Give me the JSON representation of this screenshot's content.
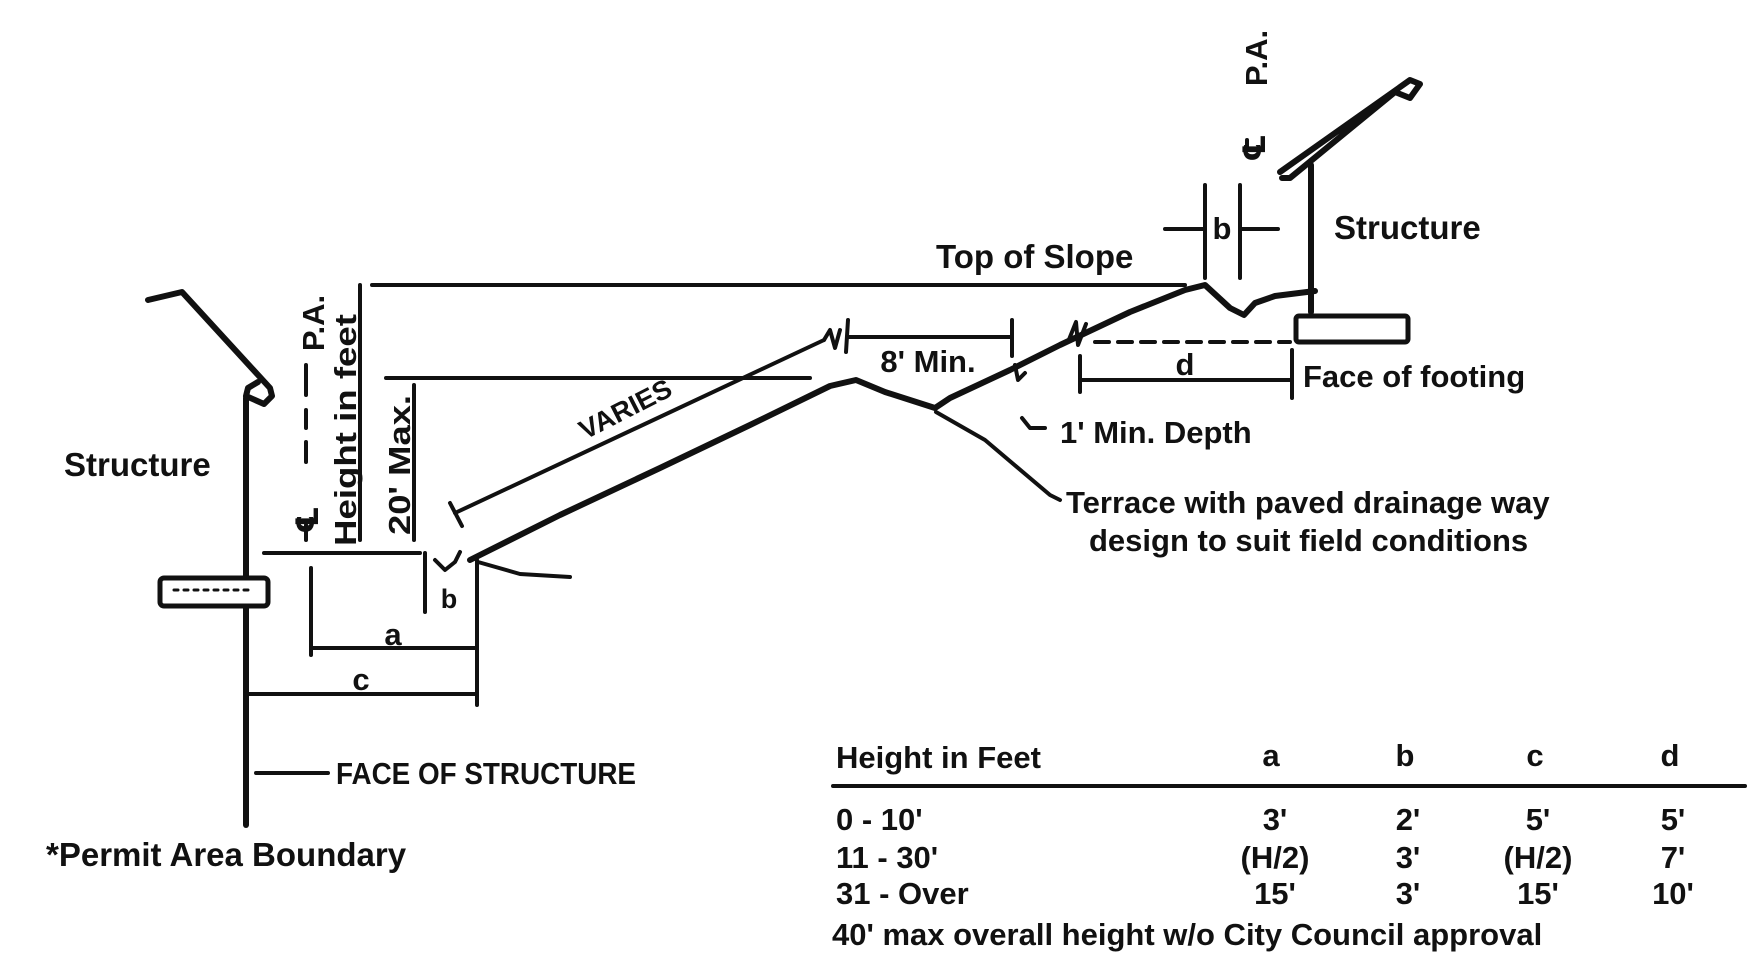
{
  "labels": {
    "structure_left": "Structure",
    "structure_right": "Structure",
    "top_of_slope": "Top of Slope",
    "eight_min": "8' Min.",
    "d_right": "d",
    "face_of_footing": "Face of footing",
    "one_min_depth": "1' Min. Depth",
    "terrace_line1": "Terrace with paved drainage way",
    "terrace_line2": "design to suit field conditions",
    "varies": "VARIES",
    "height_in_feet": "Height in feet",
    "twenty_max": "20' Max.",
    "pa_left": "P.A.",
    "pa_right": "P.A.",
    "centerline_left": "℄",
    "centerline_right": "℄",
    "b_right": "b",
    "b_left": "b",
    "a_left": "a",
    "c_left": "c",
    "face_of_structure": "FACE OF STRUCTURE",
    "permit_area": "*Permit Area Boundary"
  },
  "table": {
    "headers": [
      "Height in Feet",
      "a",
      "b",
      "c",
      "d"
    ],
    "rows": [
      [
        "0 - 10'",
        "3'",
        "2'",
        "5'",
        "5'"
      ],
      [
        "11 - 30'",
        "(H/2)",
        "3'",
        "(H/2)",
        "7'"
      ],
      [
        "31 - Over",
        "15'",
        "3'",
        "15'",
        "10'"
      ]
    ],
    "footnote": "40' max overall height w/o City Council approval"
  }
}
